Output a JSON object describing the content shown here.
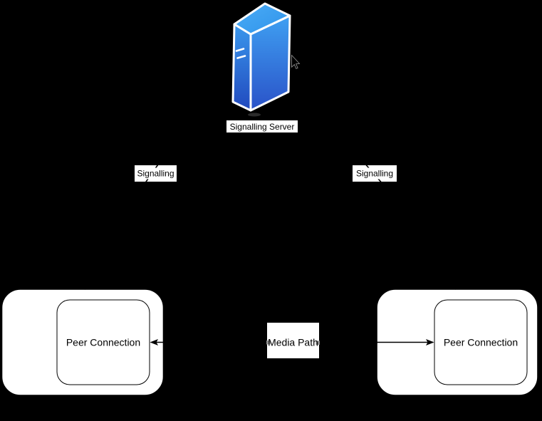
{
  "diagram": {
    "title": "WebRTC signalling diagram",
    "background_color": "#000000",
    "nodes": {
      "signalling_server": {
        "label": "Signalling Server",
        "icon": "server-tower-icon",
        "colors": {
          "top_face_light": "#4BACF6",
          "top_face_dark": "#2F93EA",
          "front_face_top": "#3FA0F2",
          "front_face_bottom": "#2A52C8",
          "side_face_top": "#3A97EC",
          "side_face_bottom": "#2149BE",
          "outline": "#ffffff"
        }
      },
      "peer_container_left": {
        "label": ""
      },
      "peer_container_right": {
        "label": ""
      },
      "peer_connection_left": {
        "label": "Peer Connection"
      },
      "peer_connection_right": {
        "label": "Peer Connection"
      }
    },
    "edges": {
      "signalling_left": {
        "label": "Signalling"
      },
      "signalling_right": {
        "label": "Signalling"
      },
      "media_path": {
        "label": "Media Path"
      }
    },
    "style": {
      "shape_fill": "#ffffff",
      "shape_stroke": "#000000",
      "edge_color": "#000000",
      "label_background": "#ffffff",
      "text_color": "#000000",
      "edge_stub_gray": "#8a8a8a"
    }
  },
  "cursor": {
    "icon": "mouse-pointer-icon"
  }
}
